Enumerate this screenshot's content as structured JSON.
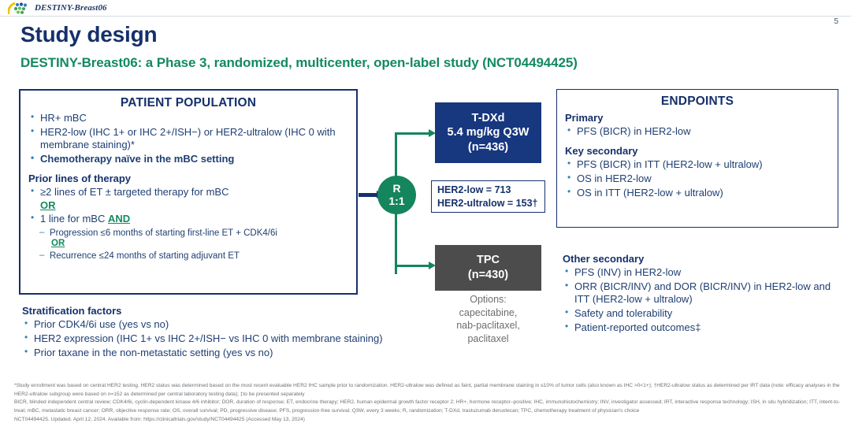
{
  "header": {
    "brand": "DESTINY-Breast06",
    "logo_icon": "destiny-breast-logo-icon",
    "page_number": "5"
  },
  "title": "Study design",
  "subtitle": "DESTINY-Breast06: a Phase 3, randomized, multicenter, open-label study (NCT04494425)",
  "patient_population": {
    "heading": "PATIENT POPULATION",
    "bullets": [
      "HR+ mBC",
      "HER2-low (IHC 1+ or IHC 2+/ISH−) or HER2-ultralow (IHC 0 with membrane staining)*",
      "Chemotherapy naïve in the mBC setting"
    ],
    "prior_lines_heading": "Prior lines of therapy",
    "prior_line_1": "≥2 lines of ET ± targeted therapy for mBC",
    "or_1": "OR",
    "prior_line_2_pre": "1 line for mBC ",
    "prior_line_2_and": "AND",
    "sub_1": "Progression ≤6 months of starting first-line ET + CDK4/6i",
    "or_2": "OR",
    "sub_2": "Recurrence ≤24 months of starting adjuvant ET"
  },
  "stratification": {
    "heading": "Stratification factors",
    "items": [
      "Prior CDK4/6i use (yes vs no)",
      "HER2 expression (IHC 1+ vs IHC 2+/ISH− vs IHC 0 with membrane staining)",
      "Prior taxane in the non-metastatic setting (yes vs no)"
    ]
  },
  "randomization": {
    "label": "R",
    "ratio": "1:1"
  },
  "arms": {
    "tdxd": {
      "name": "T-DXd",
      "dose": "5.4 mg/kg Q3W",
      "n": "(n=436)"
    },
    "tpc": {
      "name": "TPC",
      "n": "(n=430)",
      "options_label": "Options:",
      "options": "capecitabine,\nnab-paclitaxel,\npaclitaxel"
    }
  },
  "subgroup_counts": {
    "her2_low": "HER2-low = 713",
    "her2_ultralow": "HER2-ultralow = 153†"
  },
  "endpoints": {
    "heading": "ENDPOINTS",
    "primary_heading": "Primary",
    "primary": [
      "PFS (BICR) in HER2-low"
    ],
    "key_secondary_heading": "Key secondary",
    "key_secondary": [
      "PFS (BICR) in ITT (HER2-low + ultralow)",
      "OS in HER2-low",
      "OS in ITT (HER2-low + ultralow)"
    ],
    "other_secondary_heading": "Other secondary",
    "other_secondary": [
      "PFS (INV) in HER2-low",
      "ORR (BICR/INV) and DOR (BICR/INV) in HER2-low and ITT (HER2-low + ultralow)",
      "Safety and tolerability",
      "Patient-reported outcomes‡"
    ]
  },
  "footnotes": {
    "line1": "*Study enrollment was based on central HER2 testing. HER2 status was determined based on the most recent evaluable HER2 IHC sample prior to randomization. HER2-ultralow was defined as faint, partial membrane staining in ≤10% of tumor cells (also known as IHC >0<1+); †HER2-ultralow status as determined per IRT data (note: efficacy analyses in the HER2-ultralow subgroup were based on n=152 as determined per central laboratory testing data); ‡to be presented separately",
    "line2": "BICR, blinded independent central review; CDK4/6i, cyclin-dependent kinase 4/6 inhibitor; DOR, duration of response; ET, endocrine therapy; HER2, human epidermal growth factor receptor 2; HR+, hormone receptor–positive; IHC, immunohistochemistry; INV, investigator assessed; IRT, interactive response technology; ISH, in situ hybridization; ITT, intent-to-treat; mBC, metastatic breast cancer; ORR, objective response rate; OS, overall survival; PD, progressive disease; PFS, progression-free survival; Q3W, every 3 weeks; R, randomization; T-DXd, trastuzumab deruxtecan; TPC, chemotherapy treatment of physician's choice",
    "line3": "NCT04494425. Updated. April 12, 2024. Available from: https://clinicaltrials.gov/study/NCT04494425 (Accessed May 13, 2024)"
  },
  "colors": {
    "navy": "#15306b",
    "green": "#138a5e",
    "tdxd_blue": "#17377f",
    "tpc_gray": "#4c4c4c",
    "bullet_blue": "#2c82b8"
  }
}
